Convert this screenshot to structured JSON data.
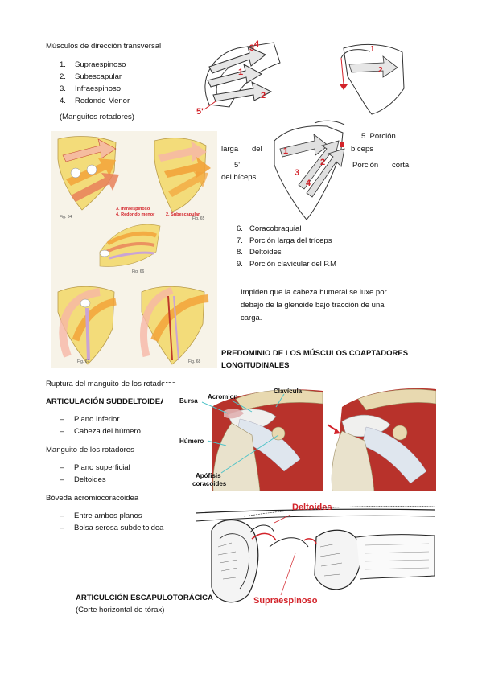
{
  "section1": {
    "title": "Músculos de dirección transversal",
    "items": [
      {
        "num": "1.",
        "label": "Supraespinoso"
      },
      {
        "num": "2.",
        "label": "Subescapular"
      },
      {
        "num": "3.",
        "label": "Infraespinoso"
      },
      {
        "num": "4.",
        "label": "Redondo Menor"
      }
    ],
    "note": "(Manguitos rotadores)"
  },
  "longitudinal_intro": {
    "l1_right": "5.   Porción",
    "l2_a": "larga",
    "l2_b": "del",
    "l2_c": "bíceps",
    "l3_a": "5'.",
    "l3_b": "Porción",
    "l3_c": "corta",
    "l4": "del bíceps"
  },
  "section2_items": [
    {
      "num": "6.",
      "label": "Coracobraquial"
    },
    {
      "num": "7.",
      "label": "Porción larga del tríceps"
    },
    {
      "num": "8.",
      "label": "Deltoides"
    },
    {
      "num": "9.",
      "label": "Porción clavicular del P.M"
    }
  ],
  "paragraph": {
    "l1": "Impiden que la cabeza humeral se luxe por",
    "l2": "debajo de la glenoide bajo tracción de una",
    "l3": "carga."
  },
  "heading_coaptadores": {
    "l1": "PREDOMINIO DE LOS MÚSCULOS COAPTADORES",
    "l2": "LONGITUDINALES"
  },
  "fig_labels": {
    "fig64": "Fig. 64",
    "fig65": "Fig. 65",
    "fig66": "Fig. 66",
    "fig67": "Fig. 67",
    "fig68": "Fig. 68",
    "legend1": "3. Infraespinoso",
    "legend2": "4. Redondo menor",
    "legend3": "2. Subescapular",
    "n1": "1",
    "n2": "2",
    "n3": "3",
    "n4": "4",
    "n5": "5",
    "n5p": "5'"
  },
  "ruptura": "Ruptura del manguito de los rotadores",
  "subdeltoidea": {
    "heading": "ARTICULACIÓN SUBDELTOIDEA",
    "items": [
      "Plano Inferior",
      "Cabeza del húmero"
    ],
    "manguito": "Manguito de los rotadores",
    "manguito_items": [
      "Plano superficial",
      "Deltoides"
    ],
    "boveda": "Bóveda acromiocoracoidea",
    "boveda_items": [
      "Entre ambos planos",
      "Bolsa serosa subdeltoidea"
    ],
    "dash": "–"
  },
  "photo_labels": {
    "bursa": "Bursa",
    "acromion": "Acromion",
    "clavicula": "Clavícula",
    "humero": "Húmero",
    "apofisis1": "Apófisis",
    "apofisis2": "coracoides"
  },
  "section_labels": {
    "deltoides": "Deltoides",
    "supraespinoso": "Supraespinoso"
  },
  "escapulotoracica": {
    "heading": "ARTICULCIÓN ESCAPULOTORÁCICA",
    "sub": "(Corte horizontal de tórax)"
  },
  "colors": {
    "red": "#d3232a",
    "muscle_red": "#c0392b",
    "bone_yellow": "#f3dc7a",
    "arrow_orange": "#f2a33a"
  }
}
